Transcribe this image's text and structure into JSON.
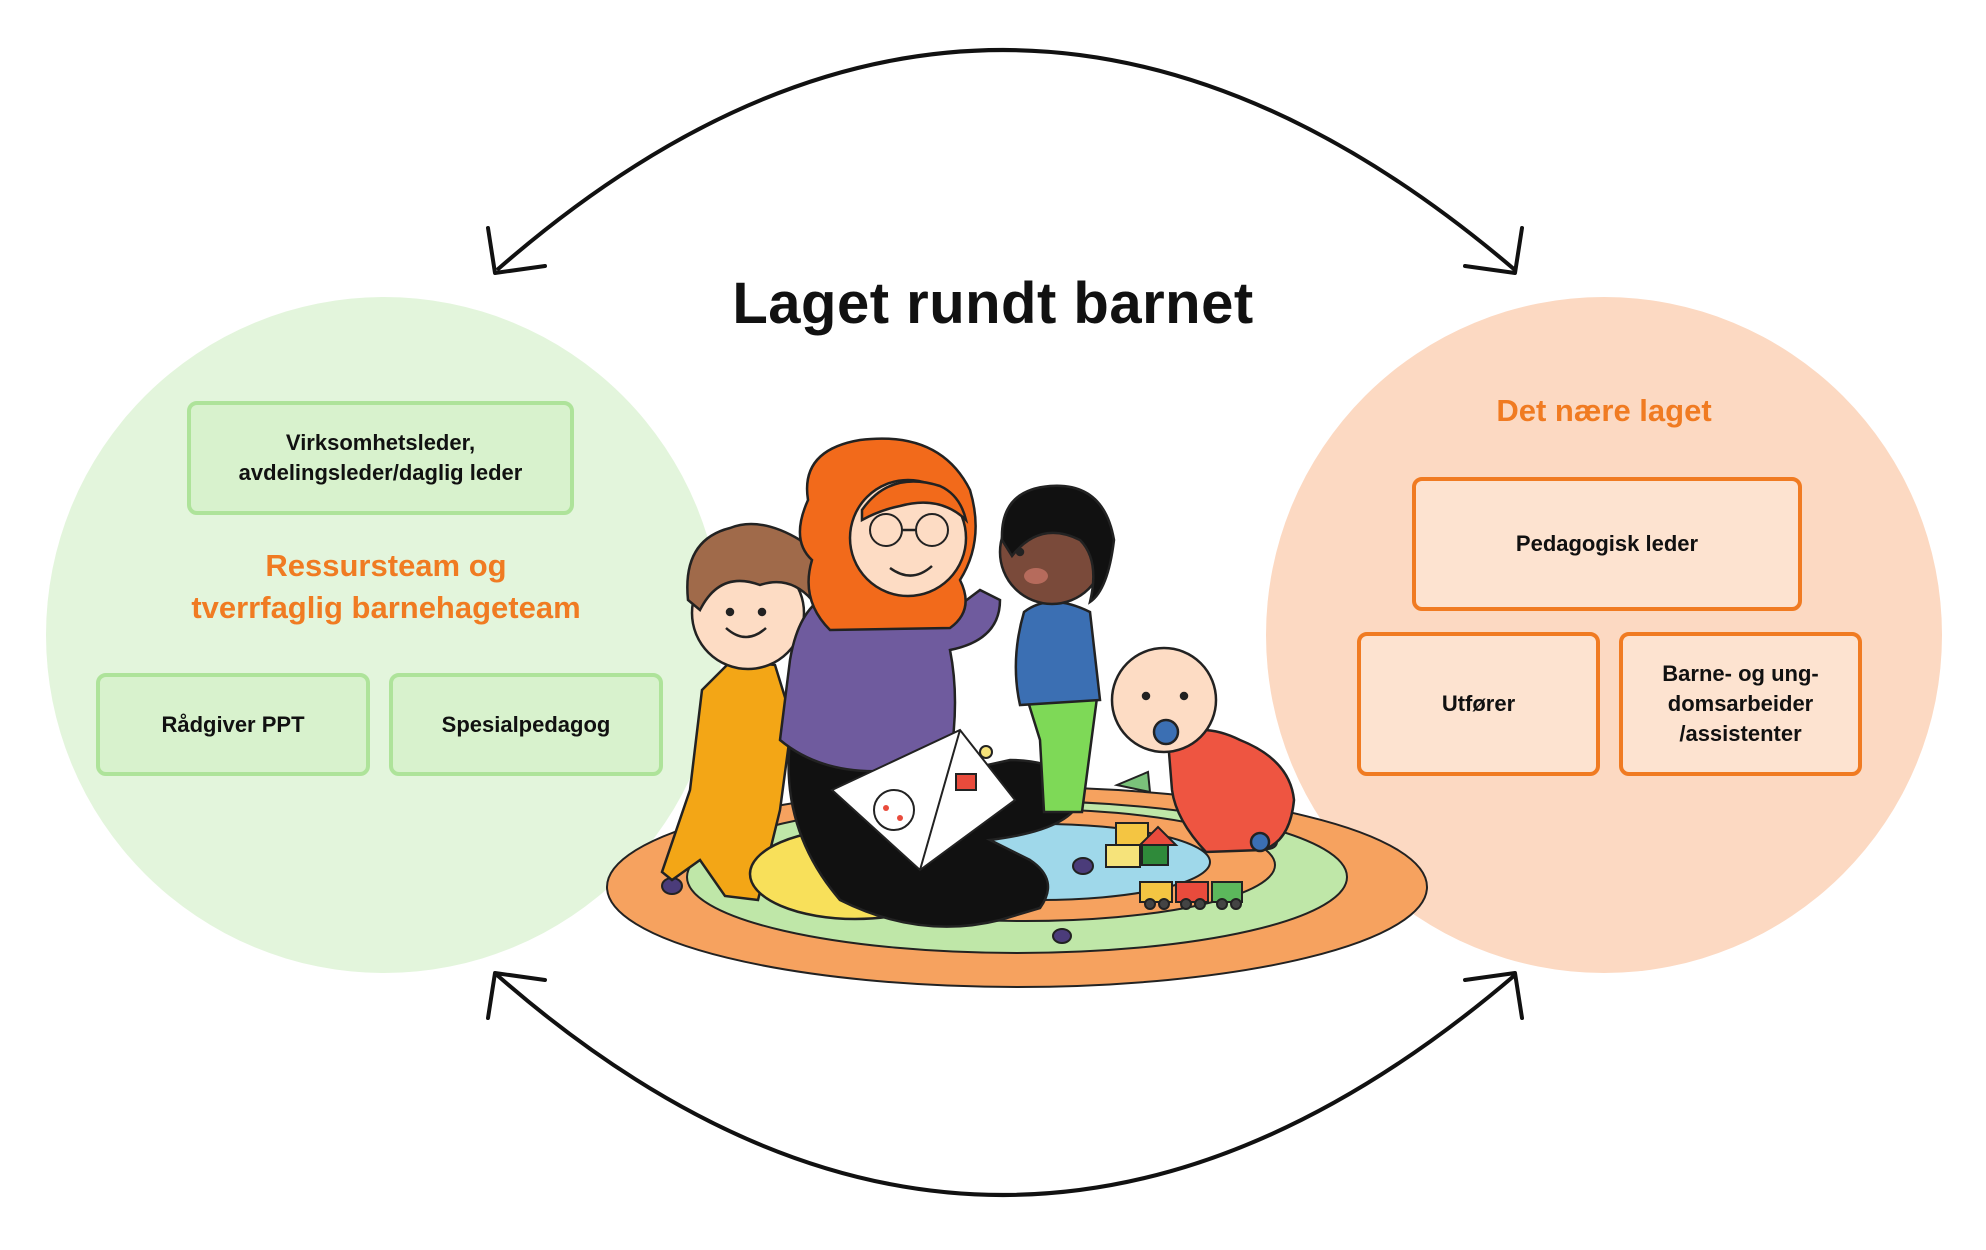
{
  "title": "Laget rundt barnet",
  "left_group": {
    "heading_line1": "Ressursteam og",
    "heading_line2": "tverrfaglig barnehageteam",
    "top_box_line1": "Virksomhetsleder,",
    "top_box_line2": "avdelingsleder/daglig leder",
    "box_ppt": "Rådgiver PPT",
    "box_spes": "Spesialpedagog"
  },
  "right_group": {
    "heading": "Det nære laget",
    "box_ped": "Pedagogisk leder",
    "box_utforer": "Utfører",
    "box_barne_line1": "Barne- og ung-",
    "box_barne_line2": "domsarbeider",
    "box_barne_line3": "/assistenter"
  },
  "colors": {
    "left_circle": "#e3f5dc",
    "right_circle": "#fcd9c2",
    "accent_orange": "#f07b22",
    "green_border": "#aee39a"
  }
}
